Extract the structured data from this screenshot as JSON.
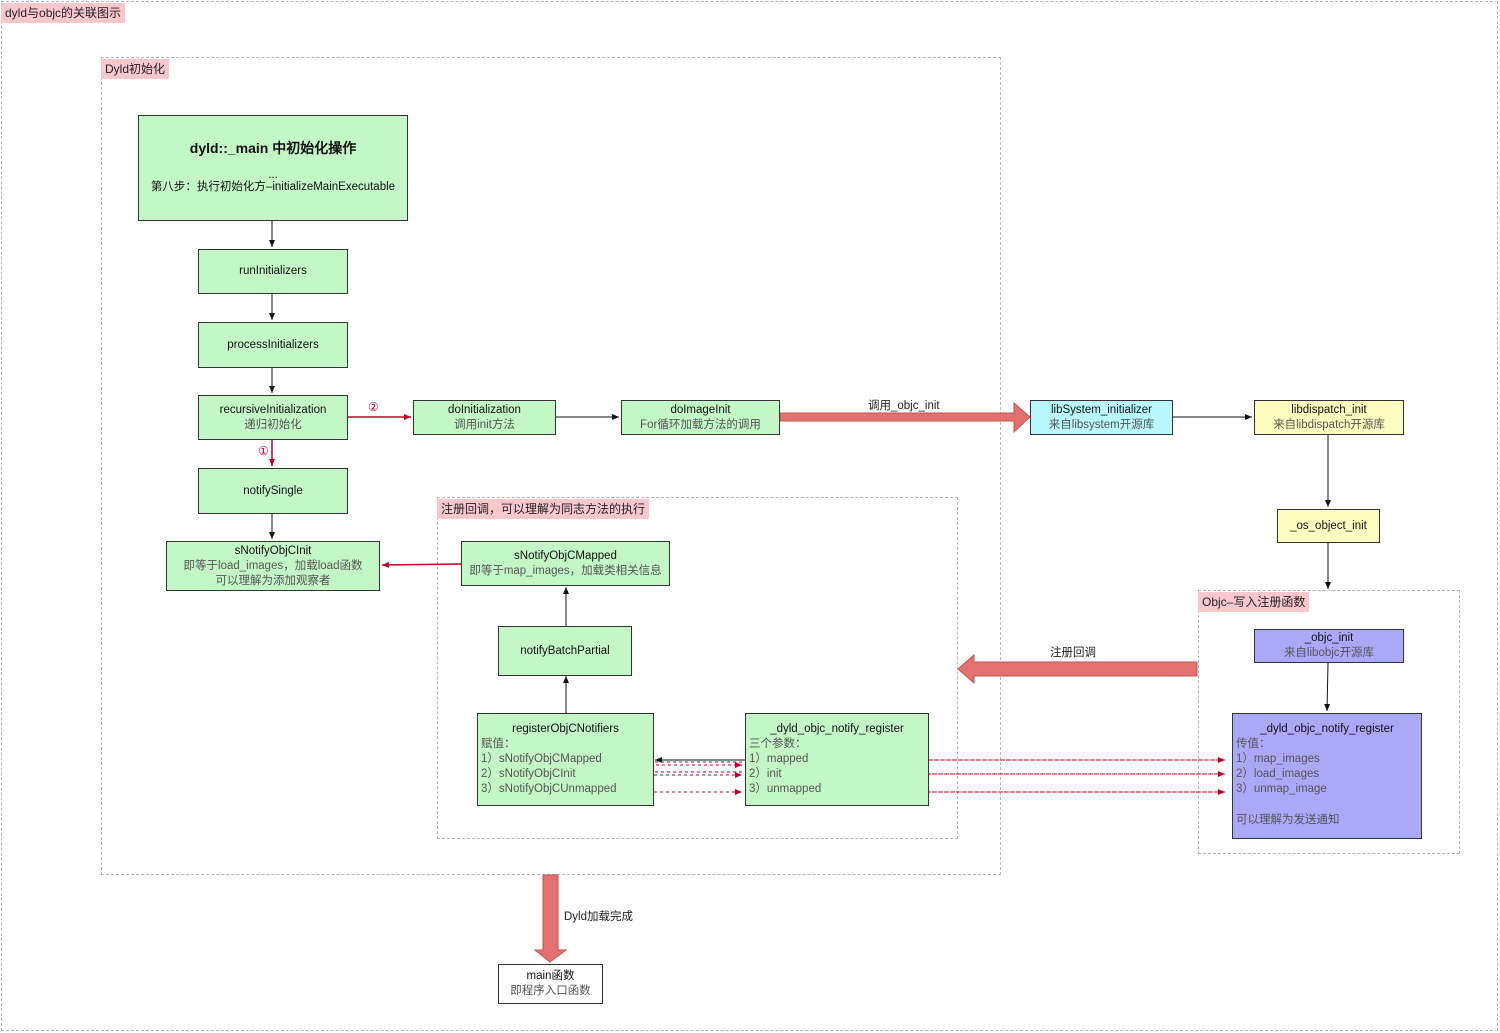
{
  "outer_title": "dyld与objc的关联图示",
  "groups": {
    "dyld_init": "Dyld初始化",
    "register_callback": "注册回调，可以理解为同志方法的执行",
    "objc_register": "Objc–写入注册函数"
  },
  "nodes": {
    "dyld_main": {
      "title": "dyld::_main 中初始化操作",
      "dots": "...",
      "step": "第八步：执行初始化方–initializeMainExecutable"
    },
    "run_initializers": {
      "title": "runInitializers"
    },
    "process_initializers": {
      "title": "processInitializers"
    },
    "recursive_initialization": {
      "title": "recursiveInitialization",
      "sub": "递归初始化"
    },
    "do_initialization": {
      "title": "doInitialization",
      "sub": "调用init方法"
    },
    "do_image_init": {
      "title": "doImageInit",
      "sub": "For循环加载方法的调用"
    },
    "libsystem_initializer": {
      "title": "libSystem_initializer",
      "sub": "来自libsystem开源库"
    },
    "libdispatch_init": {
      "title": "libdispatch_init",
      "sub": "来自libdispatch开源库"
    },
    "os_object_init": {
      "title": "_os_object_init"
    },
    "notify_single": {
      "title": "notifySingle"
    },
    "snotify_objc_init": {
      "title": "sNotifyObjCInit",
      "sub1": "即等于load_images，加载load函数",
      "sub2": "可以理解为添加观察者"
    },
    "snotify_objc_mapped": {
      "title": "sNotifyObjCMapped",
      "sub": "即等于map_images，加载类相关信息"
    },
    "notify_batch_partial": {
      "title": "notifyBatchPartial"
    },
    "register_objc_notifiers": {
      "title": "registerObjCNotifiers",
      "label": "赋值：",
      "items": [
        "1）sNotifyObjCMapped",
        "2）sNotifyObjCInit",
        "3）sNotifyObjCUnmapped"
      ]
    },
    "dyld_notify_register_left": {
      "title": "_dyld_objc_notify_register",
      "label": "三个参数：",
      "items": [
        "1）mapped",
        "2）init",
        "3）unmapped"
      ]
    },
    "objc_init": {
      "title": "_objc_init",
      "sub": "来自libobjc开源库"
    },
    "dyld_notify_register_right": {
      "title": "_dyld_objc_notify_register",
      "label": "传值：",
      "items": [
        "1）map_images",
        "2）load_images",
        "3）unmap_image"
      ],
      "note": "可以理解为发送通知"
    },
    "main_func": {
      "title": "main函数",
      "sub": "即程序入口函数"
    }
  },
  "edge_labels": {
    "call_objc_init": "调用_objc_init",
    "register_callback": "注册回调",
    "dyld_done": "Dyld加载完成",
    "circle_two": "②",
    "circle_one": "①"
  },
  "colors": {
    "green": "#c3f7c6",
    "cyan": "#b9f8ff",
    "yellow": "#fdfdc0",
    "purple": "#a9a9f8",
    "tag_pink": "#f8c8cc",
    "red_line": "#c0002a",
    "big_arrow": "#e3716f"
  }
}
